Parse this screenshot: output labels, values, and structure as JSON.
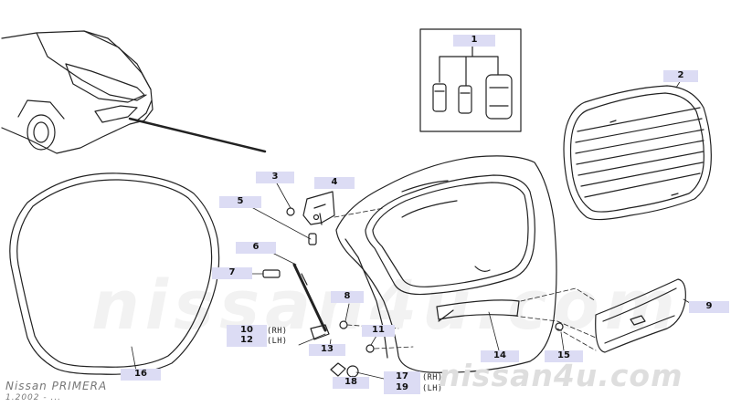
{
  "watermark": "nissan4u.com",
  "brand": "nissan4u.com",
  "model_label": "Nissan PRIMERA",
  "date_label": "1.2002 - ...",
  "callouts": {
    "c1": "1",
    "c2": "2",
    "c3": "3",
    "c4": "4",
    "c5": "5",
    "c6": "6",
    "c7": "7",
    "c8": "8",
    "c9": "9",
    "c10": "10",
    "c11": "11",
    "c12": "12",
    "c13": "13",
    "c14": "14",
    "c15": "15",
    "c16": "16",
    "c17": "17",
    "c18": "18",
    "c19": "19"
  },
  "side_labels": {
    "rh_a": "(RH)",
    "lh_a": "(LH)",
    "rh_b": "(RH)",
    "lh_b": "(LH)"
  }
}
